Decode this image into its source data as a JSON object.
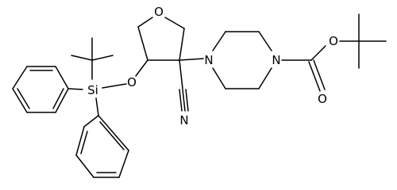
{
  "figure": {
    "atom_labels": {
      "ring_oxygen": "O",
      "ether_oxygen": "O",
      "silicon": "Si",
      "nitrile_nitrogen": "N",
      "piperazine_n1": "N",
      "piperazine_n4": "N",
      "ester_oxygen": "O",
      "carbonyl_oxygen": "O"
    },
    "colors": {
      "ink": "#000000",
      "background": "#ffffff"
    }
  }
}
